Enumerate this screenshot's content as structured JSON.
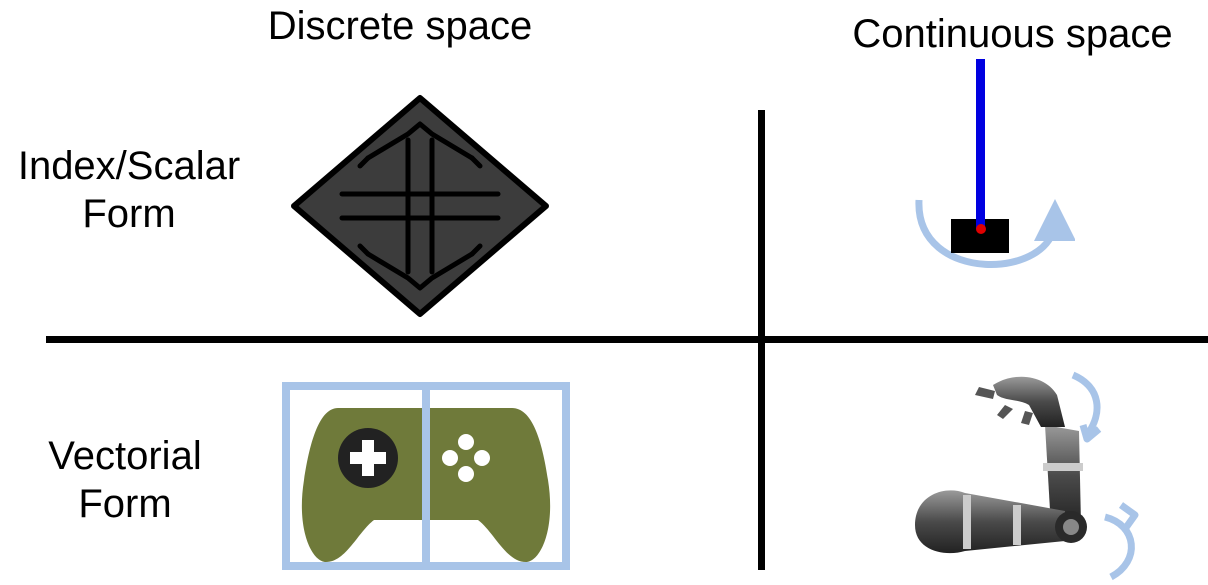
{
  "columns": {
    "discrete": "Discrete space",
    "continuous": "Continuous space"
  },
  "rows": {
    "index_line1": "Index/Scalar",
    "index_line2": "Form",
    "vector_line1": "Vectorial",
    "vector_line2": "Form"
  },
  "icons": {
    "discrete_scalar": "four-way-arrows-icon",
    "continuous_scalar": "cartpole-icon",
    "discrete_vector": "gamepad-icon",
    "continuous_vector": "robotic-arm-icon"
  },
  "colors": {
    "arrow_fill": "#3c3c3c",
    "pole": "#0000e0",
    "pivot": "#e00000",
    "rotation_arrow": "#a8c4e8",
    "gamepad": "#6f7a3a",
    "frame": "#a8c4e8"
  }
}
